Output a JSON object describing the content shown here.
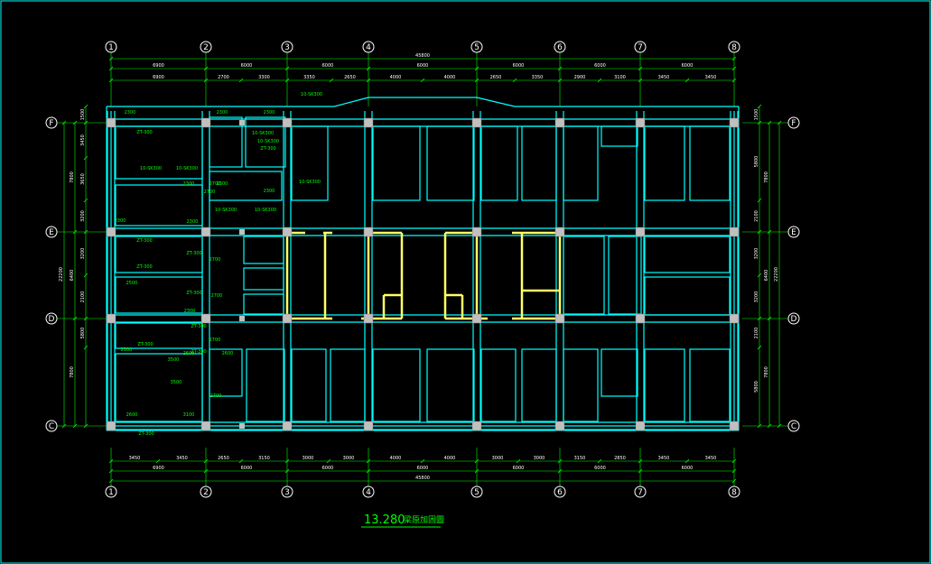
{
  "drawing": {
    "title_number": "13.280",
    "title_text": "梁原加固圖",
    "overall_width_label": "45800",
    "overall_depth_label": "22200",
    "grid_cols": [
      "1",
      "2",
      "3",
      "4",
      "5",
      "6",
      "7",
      "8"
    ],
    "grid_rows": [
      "F",
      "E",
      "D",
      "C"
    ],
    "top_dims_1": [
      "6900",
      "6000",
      "6000",
      "6000",
      "6000",
      "6000",
      "6000"
    ],
    "top_dims_2": [
      "6900",
      "2700",
      "3300",
      "3350",
      "2650",
      "4000",
      "4000",
      "2650",
      "3350",
      "2900",
      "3100",
      "3450",
      "3450"
    ],
    "bottom_dims_1": [
      "3450",
      "3450",
      "2650",
      "3150",
      "3000",
      "3000",
      "4000",
      "4000",
      "3000",
      "3000",
      "3150",
      "2850",
      "3450",
      "3450"
    ],
    "bottom_dims_2": [
      "6900",
      "6000",
      "6000",
      "6000",
      "6000",
      "6000",
      "6000"
    ],
    "left_dims_outer": [
      "7800",
      "6400",
      "7800"
    ],
    "left_dims_inner": [
      "1500",
      "3450",
      "3650",
      "3200",
      "3200",
      "2100",
      "5800"
    ],
    "right_dims_outer": [
      "7800",
      "6400",
      "7800"
    ],
    "right_dims_inner": [
      "1500",
      "5800",
      "2100",
      "3200",
      "3200",
      "2100",
      "5800"
    ],
    "side_total_label": "22200",
    "annotations": [
      "ZT-300",
      "ZT-300",
      "ZT-300",
      "ZT-300",
      "ZT-300",
      "ZT-300",
      "ZT-300",
      "ZT-300",
      "ZT-300",
      "ZT-300",
      "10-SK300",
      "10-SK300",
      "10-SK300",
      "10-SK300",
      "10-SK300",
      "10-SK300",
      "10-SK300",
      "10-SK300",
      "2300",
      "2300",
      "2300",
      "2300",
      "2300",
      "2300",
      "2300",
      "2300",
      "2300",
      "2300",
      "2600",
      "2600",
      "2600",
      "3100",
      "2700",
      "2700",
      "2700",
      "2700",
      "2700",
      "2700",
      "3500",
      "3500",
      "2500"
    ]
  },
  "colors": {
    "background": "#000000",
    "wall": "#00ffff",
    "dim_line": "#00ff00",
    "core": "#ffff66",
    "text": "#ffffff",
    "column": "#c0c0c0",
    "frame": "#00ffff"
  }
}
